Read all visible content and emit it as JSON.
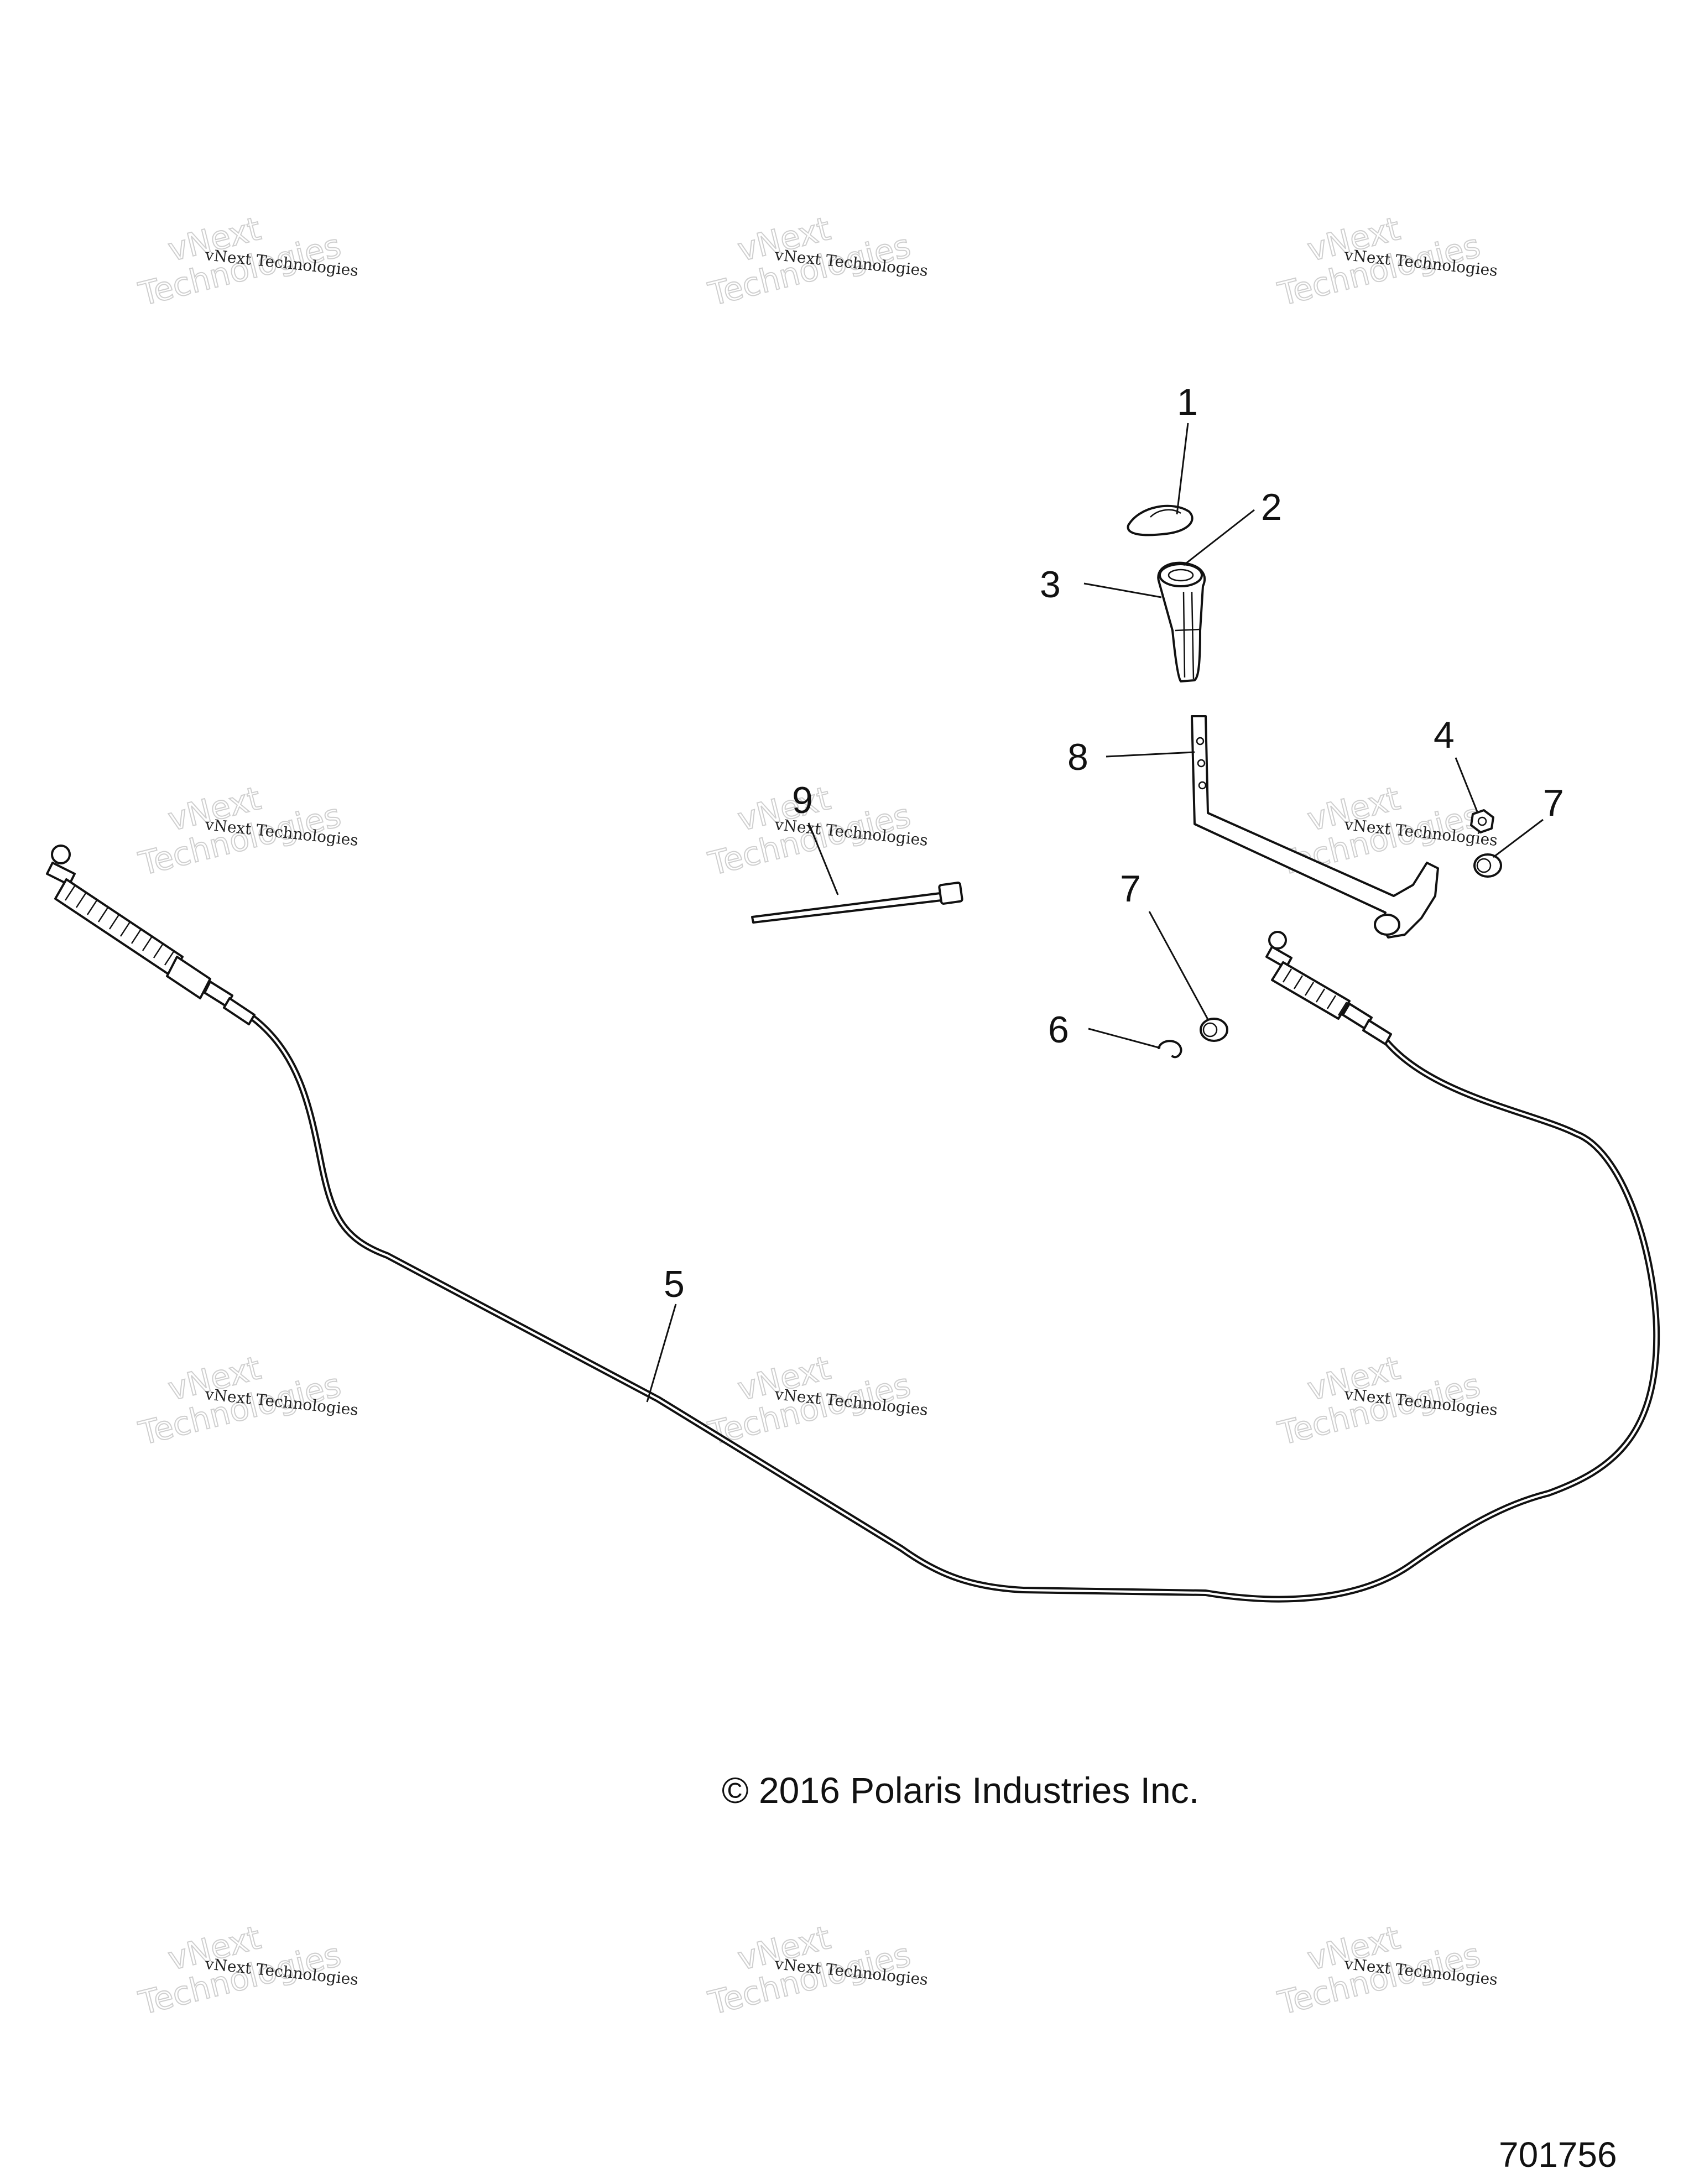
{
  "watermark": {
    "small": "vNext Technologies",
    "big_top": "vNext",
    "big_bottom": "Technologies"
  },
  "callouts": {
    "c1": "1",
    "c2": "2",
    "c3": "3",
    "c4": "4",
    "c5": "5",
    "c6": "6",
    "c7a": "7",
    "c7b": "7",
    "c8": "8",
    "c9": "9"
  },
  "copyright": "© 2016 Polaris Industries Inc.",
  "figure_number": "701756"
}
